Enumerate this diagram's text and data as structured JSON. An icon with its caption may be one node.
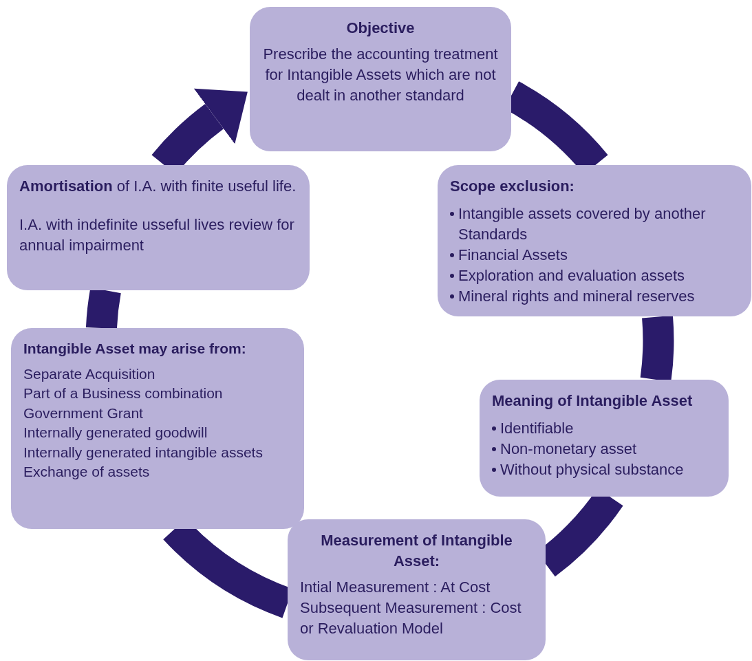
{
  "diagram": {
    "nodes": [
      {
        "text": [
          "Objective",
          "Prescribe the accounting treatment for Intangible Assets which are not dealt in another standard"
        ]
      },
      {
        "text": [
          "Scope exclusion:",
          "Intangible assets covered by another Standards",
          "Financial Assets",
          "Exploration and evaluation assets",
          "Mineral rights and mineral reserves"
        ]
      },
      {
        "text": [
          "Meaning of Intangible Asset",
          "Identifiable",
          "Non-monetary asset",
          "Without physical substance"
        ]
      },
      {
        "text": [
          "Measurement of Intangible Asset:",
          "Intial Measurement : At Cost",
          "Subsequent Measurement : Cost or Revaluation Model"
        ]
      },
      {
        "text": [
          "Intangible Asset may arise from:",
          "Separate Acquisition",
          "Part of a Business combination",
          "Government Grant",
          "Internally generated goodwill",
          "Internally generated intangible assets",
          "Exchange of assets"
        ]
      },
      {
        "text": [
          "**Amortisation** of I.A. with finite useful life.",
          "I.A. with indefinite usseful lives review for annual impairment"
        ]
      }
    ],
    "edges": [
      {
        "from": 0,
        "to": 1,
        "arrow": "none"
      },
      {
        "from": 1,
        "to": 2,
        "arrow": "none"
      },
      {
        "from": 2,
        "to": 3,
        "arrow": "none"
      },
      {
        "from": 3,
        "to": 4,
        "arrow": "none"
      },
      {
        "from": 4,
        "to": 5,
        "arrow": "none"
      },
      {
        "from": 5,
        "to": 0,
        "arrow": "to"
      }
    ]
  }
}
